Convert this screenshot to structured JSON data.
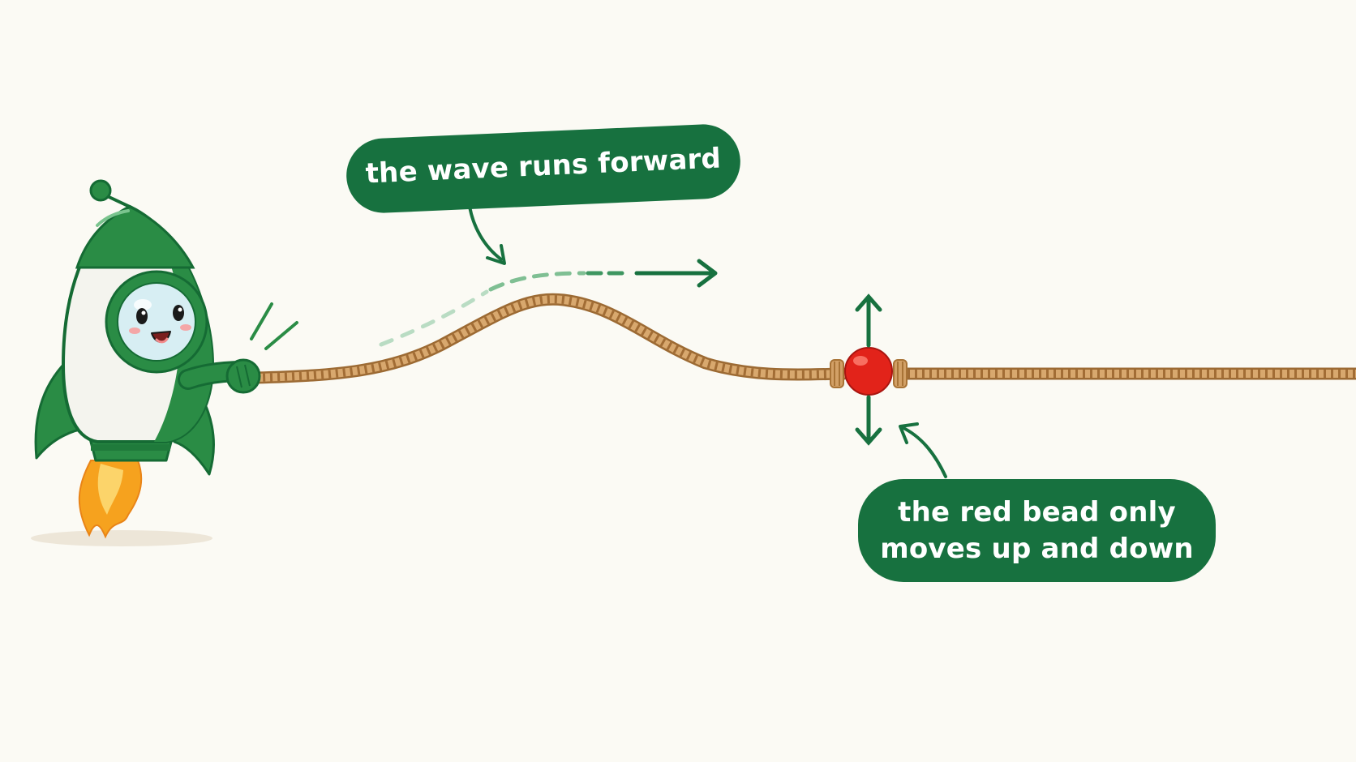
{
  "labels": {
    "wave": "the wave runs forward",
    "bead_line1": "the red bead only",
    "bead_line2": "moves up and down"
  },
  "colors": {
    "background": "#fbfaf4",
    "callout": "#17713f",
    "rope": "#c9955b",
    "bead": "#e2231a",
    "rocket_green": "#2a8c45",
    "flame": "#f6a21e"
  },
  "icons": {
    "character": "rocket-mascot-icon",
    "bead": "red-bead-icon",
    "motion_arrows": "double-headed-vertical-arrow-icon"
  }
}
